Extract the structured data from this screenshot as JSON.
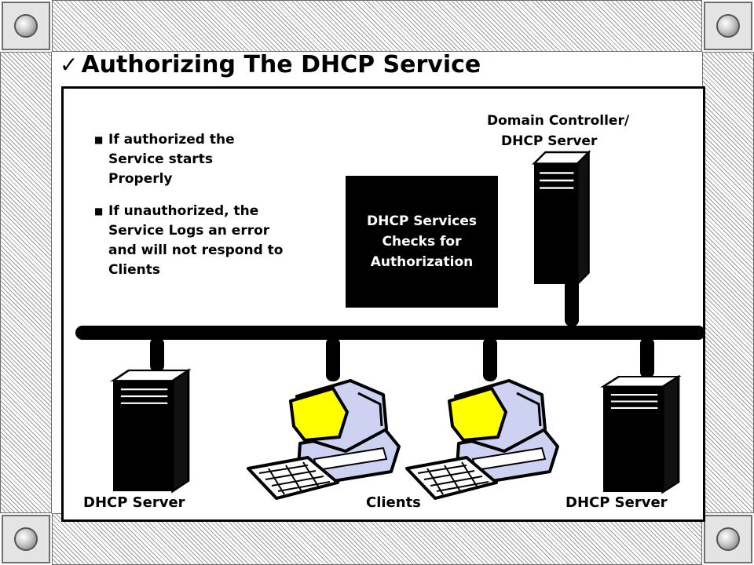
{
  "slide": {
    "title": "Authorizing The DHCP Service"
  },
  "bullets": [
    {
      "lines": [
        "If authorized the",
        "Service starts",
        "Properly"
      ]
    },
    {
      "lines": [
        "If unauthorized, the",
        "Service Logs an error",
        "and will not respond to",
        "Clients"
      ]
    }
  ],
  "diagram": {
    "dc_label_line1": "Domain Controller/",
    "dc_label_line2": "DHCP Server",
    "auth_box": [
      "DHCP Services",
      "Checks for",
      "Authorization"
    ],
    "captions": {
      "left_server": "DHCP Server",
      "clients": "Clients",
      "right_server": "DHCP Server"
    }
  },
  "colors": {
    "monitor_screen": "#ffff00",
    "computer_body": "#cdd1f2"
  }
}
